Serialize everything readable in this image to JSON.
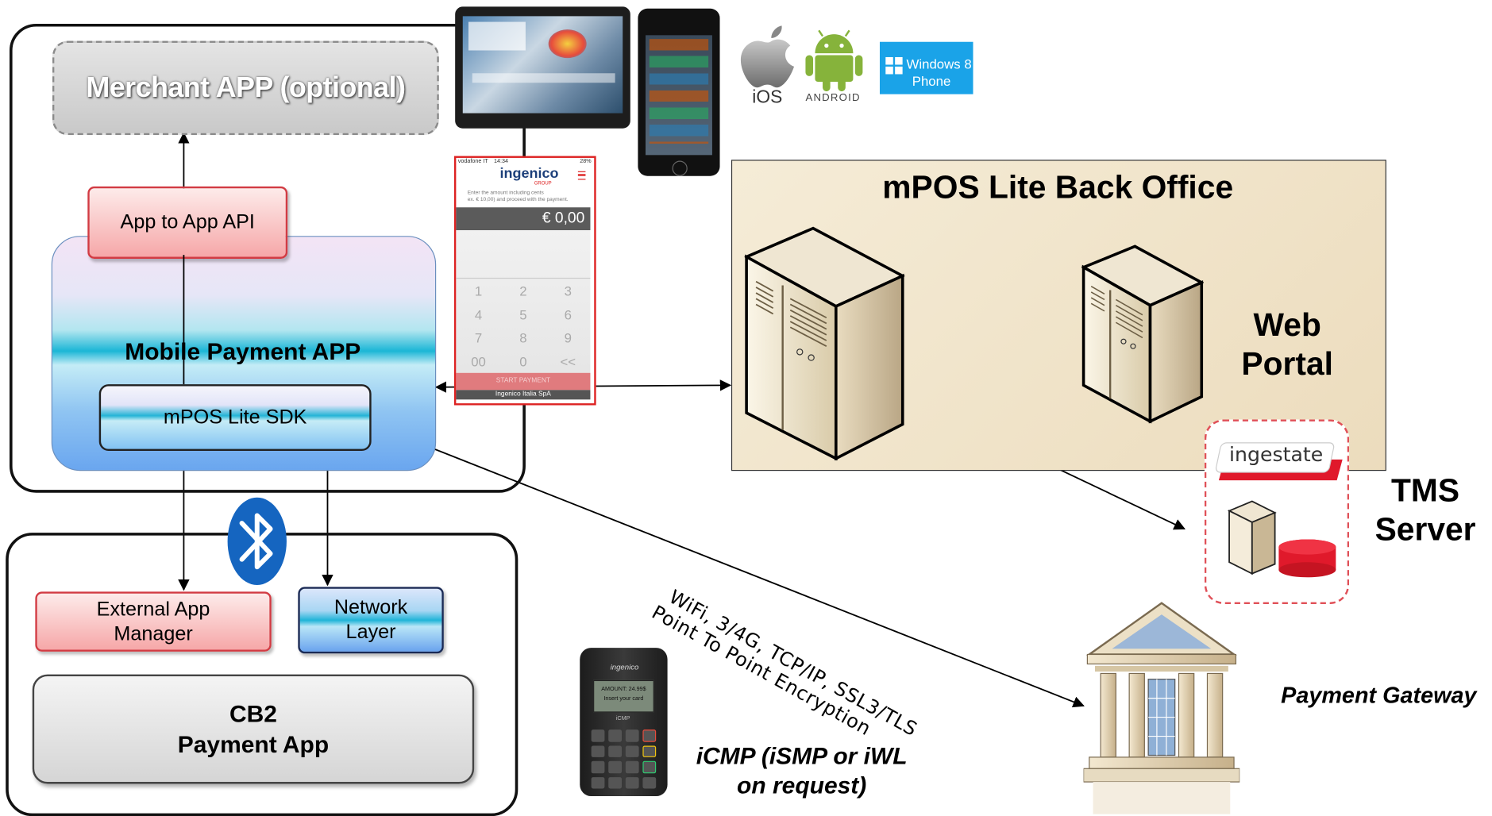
{
  "merchant_app": {
    "label": "Merchant APP (optional)"
  },
  "app_to_app": {
    "label": "App to App API"
  },
  "mobile_payment_app": {
    "label": "Mobile Payment APP"
  },
  "sdk": {
    "label": "mPOS Lite SDK"
  },
  "external_app_manager": {
    "line1": "External App",
    "line2": "Manager"
  },
  "network_layer": {
    "line1": "Network",
    "line2": "Layer"
  },
  "cb2": {
    "line1": "CB2",
    "line2": "Payment App"
  },
  "back_office": {
    "title": "mPOS Lite Back Office"
  },
  "web_portal": {
    "line1": "Web",
    "line2": "Portal"
  },
  "tms": {
    "line1": "TMS",
    "line2": "Server",
    "logo_text": "ingestate"
  },
  "payment_gateway": {
    "label": "Payment Gateway"
  },
  "icmp": {
    "line1": "iCMP (iSMP or iWL",
    "line2": "on request)"
  },
  "link_text": {
    "line1": "WiFi, 3/4G, TCP/IP, SSL3/TLS",
    "line2": "Point To Point  Encryption"
  },
  "platforms": {
    "ios": "iOS",
    "android": "ANDROID",
    "windows_line1": "Windows 8",
    "windows_line2": "Phone"
  },
  "phone_app": {
    "carrier": "vodafone IT",
    "time": "14:34",
    "battery": "28%",
    "brand": "ingenico",
    "brand_sub": "GROUP",
    "instruction_line1": "Enter the amount including cents",
    "instruction_line2": "ex. € 10,00) and proceed with the payment.",
    "amount": "€ 0,00",
    "keys": [
      "1",
      "2",
      "3",
      "4",
      "5",
      "6",
      "7",
      "8",
      "9",
      "00",
      "0",
      "<<"
    ],
    "start_button": "START PAYMENT",
    "footer": "Ingenico Italia SpA"
  },
  "terminal": {
    "brand": "ingenico",
    "screen_line1": "AMOUNT: 24.99$",
    "screen_line2": "Insert your card",
    "model": "iCMP"
  },
  "colors": {
    "red_box": "#f6a7a8",
    "blue_box": "#1fb4d8",
    "back_office_bg": "#f0e3c8",
    "bluetooth": "#1565c0",
    "windows_tile": "#1aa3e8"
  }
}
